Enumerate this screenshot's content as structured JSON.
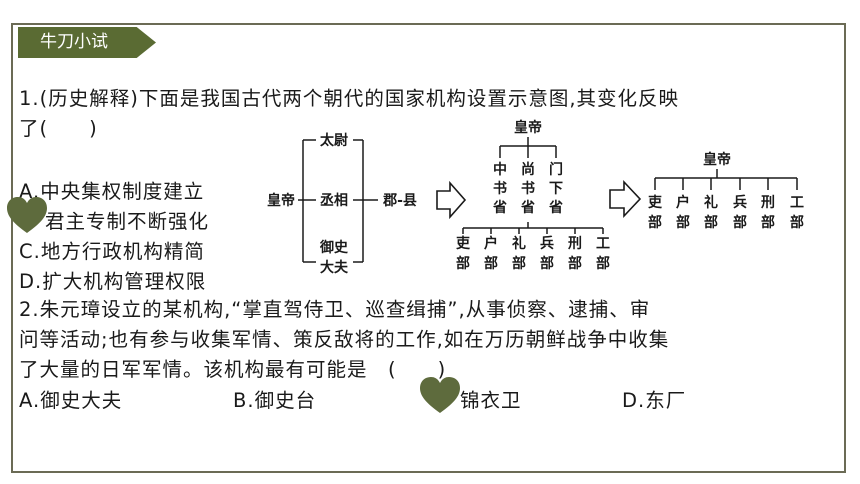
{
  "tag": "牛刀小试",
  "q1": {
    "line1": "1.(历史解释)下面是我国古代两个朝代的国家机构设置示意图,其变化反映",
    "line2": "了(　　)",
    "options": [
      "A.中央集权制度建立",
      "君主专制不断强化",
      "C.地方行政机构精简",
      "D.扩大机构管理权限"
    ]
  },
  "diagram": {
    "left": {
      "emperor": "皇帝",
      "officials": [
        "太尉",
        "丞相",
        "御史",
        "大夫"
      ],
      "local": "郡-县"
    },
    "mid": {
      "emperor": "皇帝",
      "provinces": [
        [
          "中",
          "书",
          "省"
        ],
        [
          "尚",
          "书",
          "省"
        ],
        [
          "门",
          "下",
          "省"
        ]
      ],
      "ministries": [
        [
          "吏",
          "部"
        ],
        [
          "户",
          "部"
        ],
        [
          "礼",
          "部"
        ],
        [
          "兵",
          "部"
        ],
        [
          "刑",
          "部"
        ],
        [
          "工",
          "部"
        ]
      ]
    },
    "right": {
      "emperor": "皇帝",
      "ministries": [
        [
          "吏",
          "部"
        ],
        [
          "户",
          "部"
        ],
        [
          "礼",
          "部"
        ],
        [
          "兵",
          "部"
        ],
        [
          "刑",
          "部"
        ],
        [
          "工",
          "部"
        ]
      ]
    }
  },
  "q2": {
    "line1": "2.朱元璋设立的某机构,“掌直驾侍卫、巡查缉捕”,从事侦察、逮捕、审",
    "line2": "问等活动;也有参与收集军情、策反敌将的工作,如在万历朝鲜战争中收集",
    "line3": "了大量的日军军情。该机构最有可能是　(　　)",
    "options": [
      "A.御史大夫",
      "B.御史台",
      "锦衣卫",
      "D.东厂"
    ]
  },
  "colors": {
    "accent": "#5a6b33",
    "heart": "#5e6b3d",
    "frame": "#6b6b55"
  },
  "icons": [
    "heart-icon"
  ]
}
